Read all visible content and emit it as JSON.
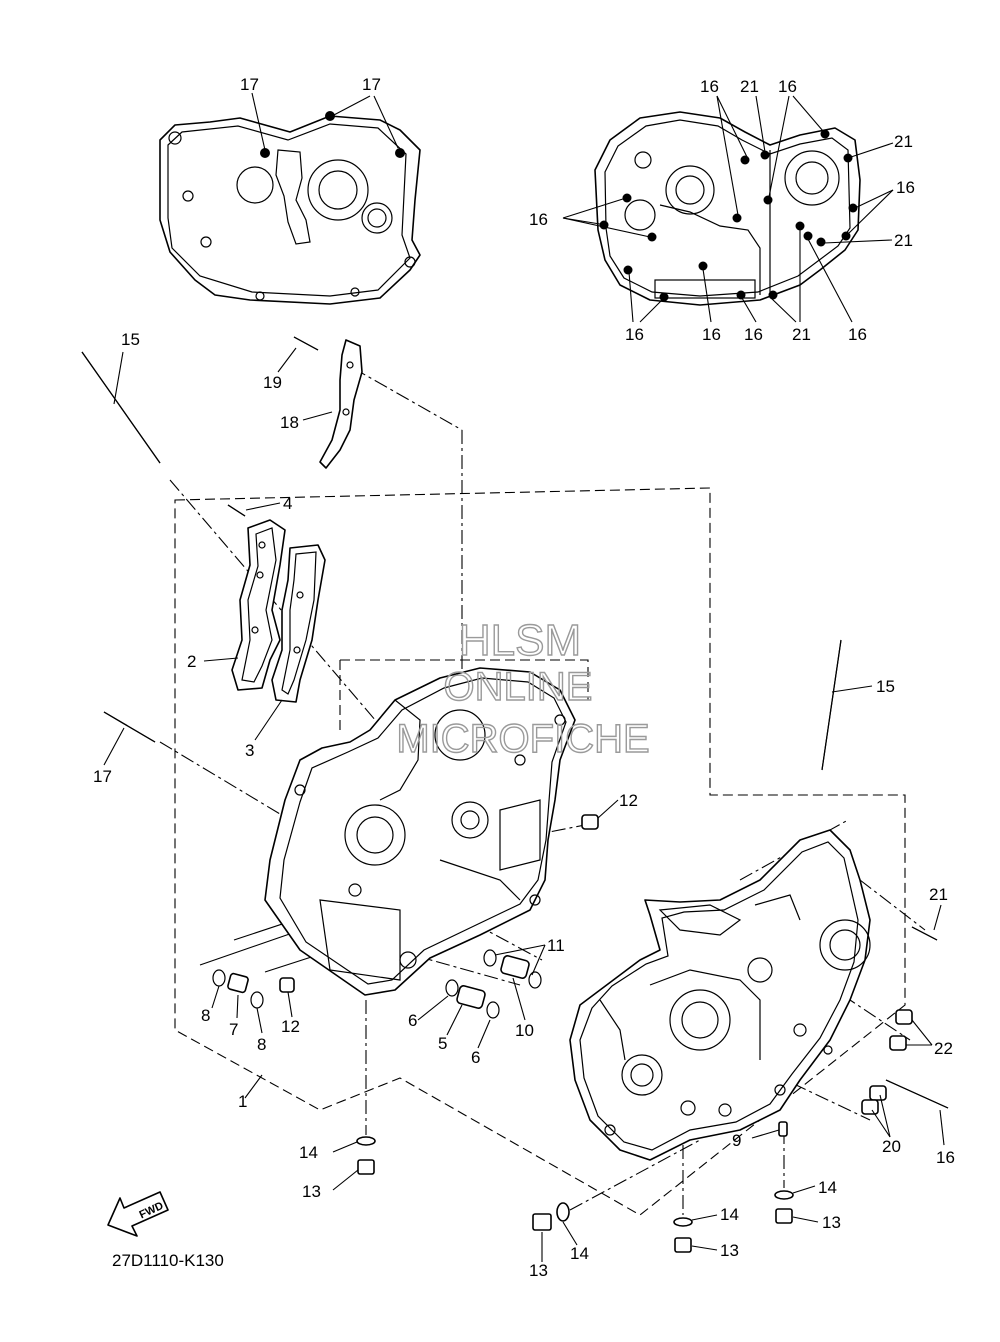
{
  "diagram_code": "27D1110-K130",
  "watermark": {
    "line1": "HLSM",
    "line2": "ONLINE",
    "line3": "MICROFICHE"
  },
  "fwd_label": "FWD",
  "callouts": {
    "c1": "1",
    "c2": "2",
    "c3": "3",
    "c4": "4",
    "c5": "5",
    "c6a": "6",
    "c6b": "6",
    "c7": "7",
    "c8a": "8",
    "c8b": "8",
    "c9": "9",
    "c10": "10",
    "c11": "11",
    "c12a": "12",
    "c12b": "12",
    "c13a": "13",
    "c13b": "13",
    "c13c": "13",
    "c13d": "13",
    "c14a": "14",
    "c14b": "14",
    "c14c": "14",
    "c14d": "14",
    "c15a": "15",
    "c15b": "15",
    "c16a": "16",
    "c16b": "16",
    "c16c": "16",
    "c16d": "16",
    "c16e": "16",
    "c16f": "16",
    "c16g": "16",
    "c16h": "16",
    "c16i": "16",
    "c17a": "17",
    "c17b": "17",
    "c17c": "17",
    "c18": "18",
    "c19": "19",
    "c20": "20",
    "c21a": "21",
    "c21b": "21",
    "c21c": "21",
    "c21d": "21",
    "c21e": "21",
    "c22": "22"
  },
  "icons": {
    "fwd": "fwd-arrow-icon",
    "bolt": "bolt-icon",
    "washer": "washer-icon",
    "dowel": "dowel-pin-icon",
    "oring": "o-ring-icon",
    "stud": "stud-bolt-icon"
  }
}
